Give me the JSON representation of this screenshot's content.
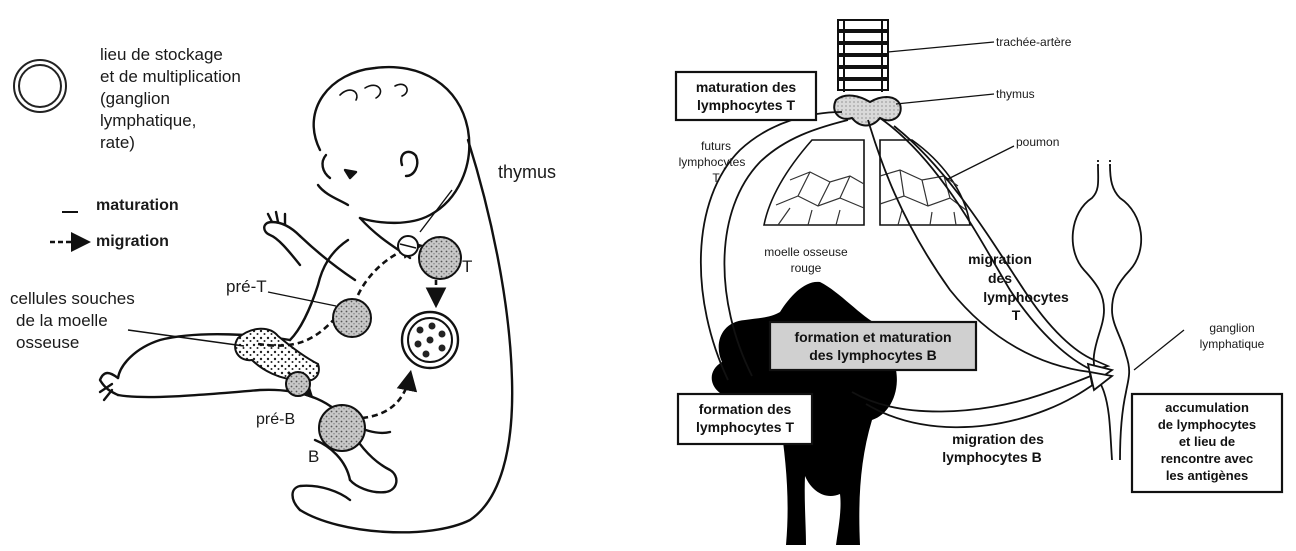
{
  "left_panel": {
    "legend": {
      "storage_line1": "lieu de stockage",
      "storage_line2": "et de multiplication",
      "storage_line3": "(ganglion",
      "storage_line4": "lymphatique,",
      "storage_line5": "rate)",
      "maturation": "maturation",
      "migration": "migration"
    },
    "labels": {
      "thymus": "thymus",
      "pre_t": "pré-T",
      "t": "T",
      "stem_line1": "cellules souches",
      "stem_line2": "de la moelle",
      "stem_line3": "osseuse",
      "pre_b": "pré-B",
      "b": "B"
    }
  },
  "right_panel": {
    "labels": {
      "trachea": "trachée-artère",
      "thymus": "thymus",
      "lung": "poumon",
      "future_line1": "futurs",
      "future_line2": "lymphocytes",
      "future_line3": "T",
      "marrow_line1": "moelle osseuse",
      "marrow_line2": "rouge",
      "mig_t_line1": "migration",
      "mig_t_line2": "des",
      "mig_t_line3": "lymphocytes",
      "mig_t_line4": "T",
      "node_line1": "ganglion",
      "node_line2": "lymphatique",
      "mig_b_line1": "migration des",
      "mig_b_line2": "lymphocytes B"
    },
    "boxes": {
      "maturation_t_line1": "maturation des",
      "maturation_t_line2": "lymphocytes T",
      "formation_b_line1": "formation et maturation",
      "formation_b_line2": "des lymphocytes B",
      "formation_t_line1": "formation des",
      "formation_t_line2": "lymphocytes T",
      "accum_line1": "accumulation",
      "accum_line2": "de lymphocytes",
      "accum_line3": "et lieu de",
      "accum_line4": "rencontre avec",
      "accum_line5": "les antigènes"
    }
  }
}
